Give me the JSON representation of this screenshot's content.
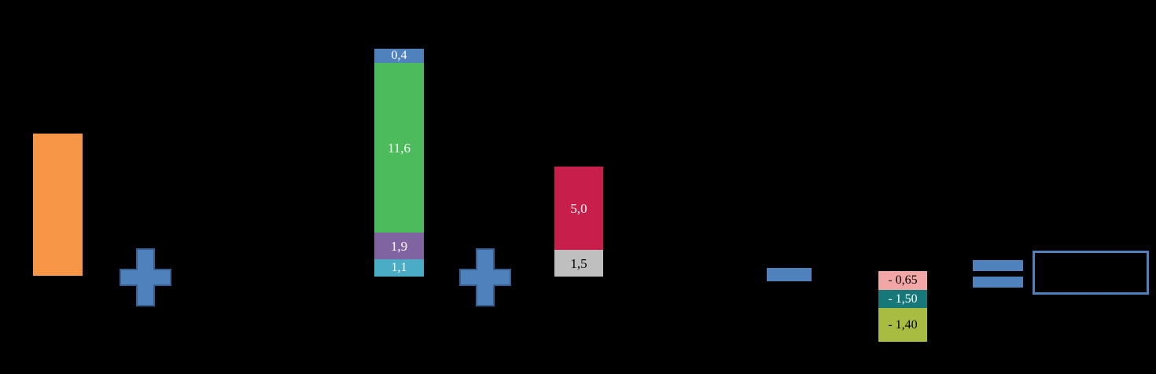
{
  "background_color": "#000000",
  "accent_blue": "#4F81BD",
  "chart_data": {
    "type": "bar",
    "subtype": "stacked-bar-equation",
    "title": "",
    "equation": "bar1 + bar2 + bar3 - bar4 = result",
    "operators": [
      "+",
      "+",
      "−",
      "="
    ],
    "bars": [
      {
        "name": "orange-bar",
        "color": "#F79646",
        "segments": []
      },
      {
        "name": "stacked-bar-1",
        "segments": [
          {
            "label": "0,4",
            "value": 0.4,
            "color": "#4F81BD",
            "text_color": "#FFFFFF"
          },
          {
            "label": "11,6",
            "value": 11.6,
            "color": "#4CBB5C",
            "text_color": "#FFFFFF"
          },
          {
            "label": "1,9",
            "value": 1.9,
            "color": "#8064A2",
            "text_color": "#FFFFFF"
          },
          {
            "label": "1,1",
            "value": 1.1,
            "color": "#4BACC6",
            "text_color": "#FFFFFF"
          }
        ]
      },
      {
        "name": "stacked-bar-2",
        "segments": [
          {
            "label": "5,0",
            "value": 5.0,
            "color": "#C81E4C",
            "text_color": "#FFFFFF"
          },
          {
            "label": "1,5",
            "value": 1.5,
            "color": "#BFBFBF",
            "text_color": "#000000"
          }
        ]
      },
      {
        "name": "deduction-stacked-bar",
        "segments": [
          {
            "label": "- 0,65",
            "value": -0.65,
            "color": "#F3A6A6",
            "text_color": "#000000"
          },
          {
            "label": "- 1,50",
            "value": -1.5,
            "color": "#17787A",
            "text_color": "#FFFFFF"
          },
          {
            "label": "- 1,40",
            "value": -1.4,
            "color": "#A9BC42",
            "text_color": "#000000"
          }
        ]
      }
    ],
    "result_box": {
      "label": "",
      "border_color": "#4F81BD"
    }
  }
}
